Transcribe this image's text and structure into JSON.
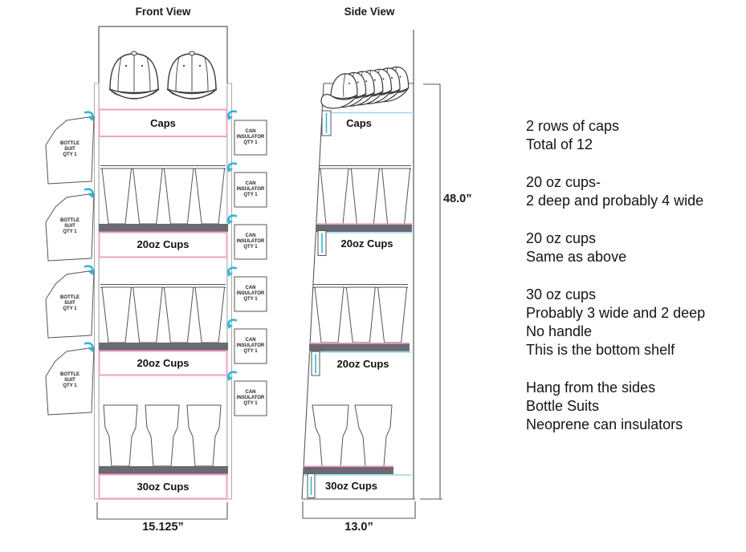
{
  "front_view": {
    "title": "Front View",
    "labels": {
      "caps": "Caps",
      "cups20_a": "20oz Cups",
      "cups20_b": "20oz Cups",
      "cups30": "30oz Cups"
    },
    "width_dim": "15.125”",
    "bottle_suit": [
      "BOTTLE",
      "SUIT",
      "QTY 1"
    ],
    "bottle_suit_count": 4,
    "can_insulator": [
      "CAN",
      "INSULATOR",
      "QTY 1"
    ],
    "can_insulator_count": 6
  },
  "side_view": {
    "title": "Side View",
    "labels": {
      "caps": "Caps",
      "cups20_a": "20oz Cups",
      "cups20_b": "20oz Cups",
      "cups30": "30oz Cups"
    },
    "depth_dim": "13.0”",
    "height_dim": "48.0”"
  },
  "notes": [
    "2 rows of caps",
    "Total of 12",
    "20 oz cups-",
    "2 deep and probably 4 wide",
    "20 oz cups",
    "Same as above",
    "30 oz cups",
    "Probably 3 wide and 2 deep",
    "No handle",
    "This is the bottom shelf",
    "Hang from the sides",
    "Bottle Suits",
    "Neoprene can insulators"
  ],
  "colors": {
    "pink": "#F2A0C0",
    "cyan": "#2FB7DA",
    "light_cyan": "#9BD9EC",
    "shelf_gray": "#6A6A73",
    "outline": "#58585C",
    "rail_gray": "#ABABAB"
  }
}
